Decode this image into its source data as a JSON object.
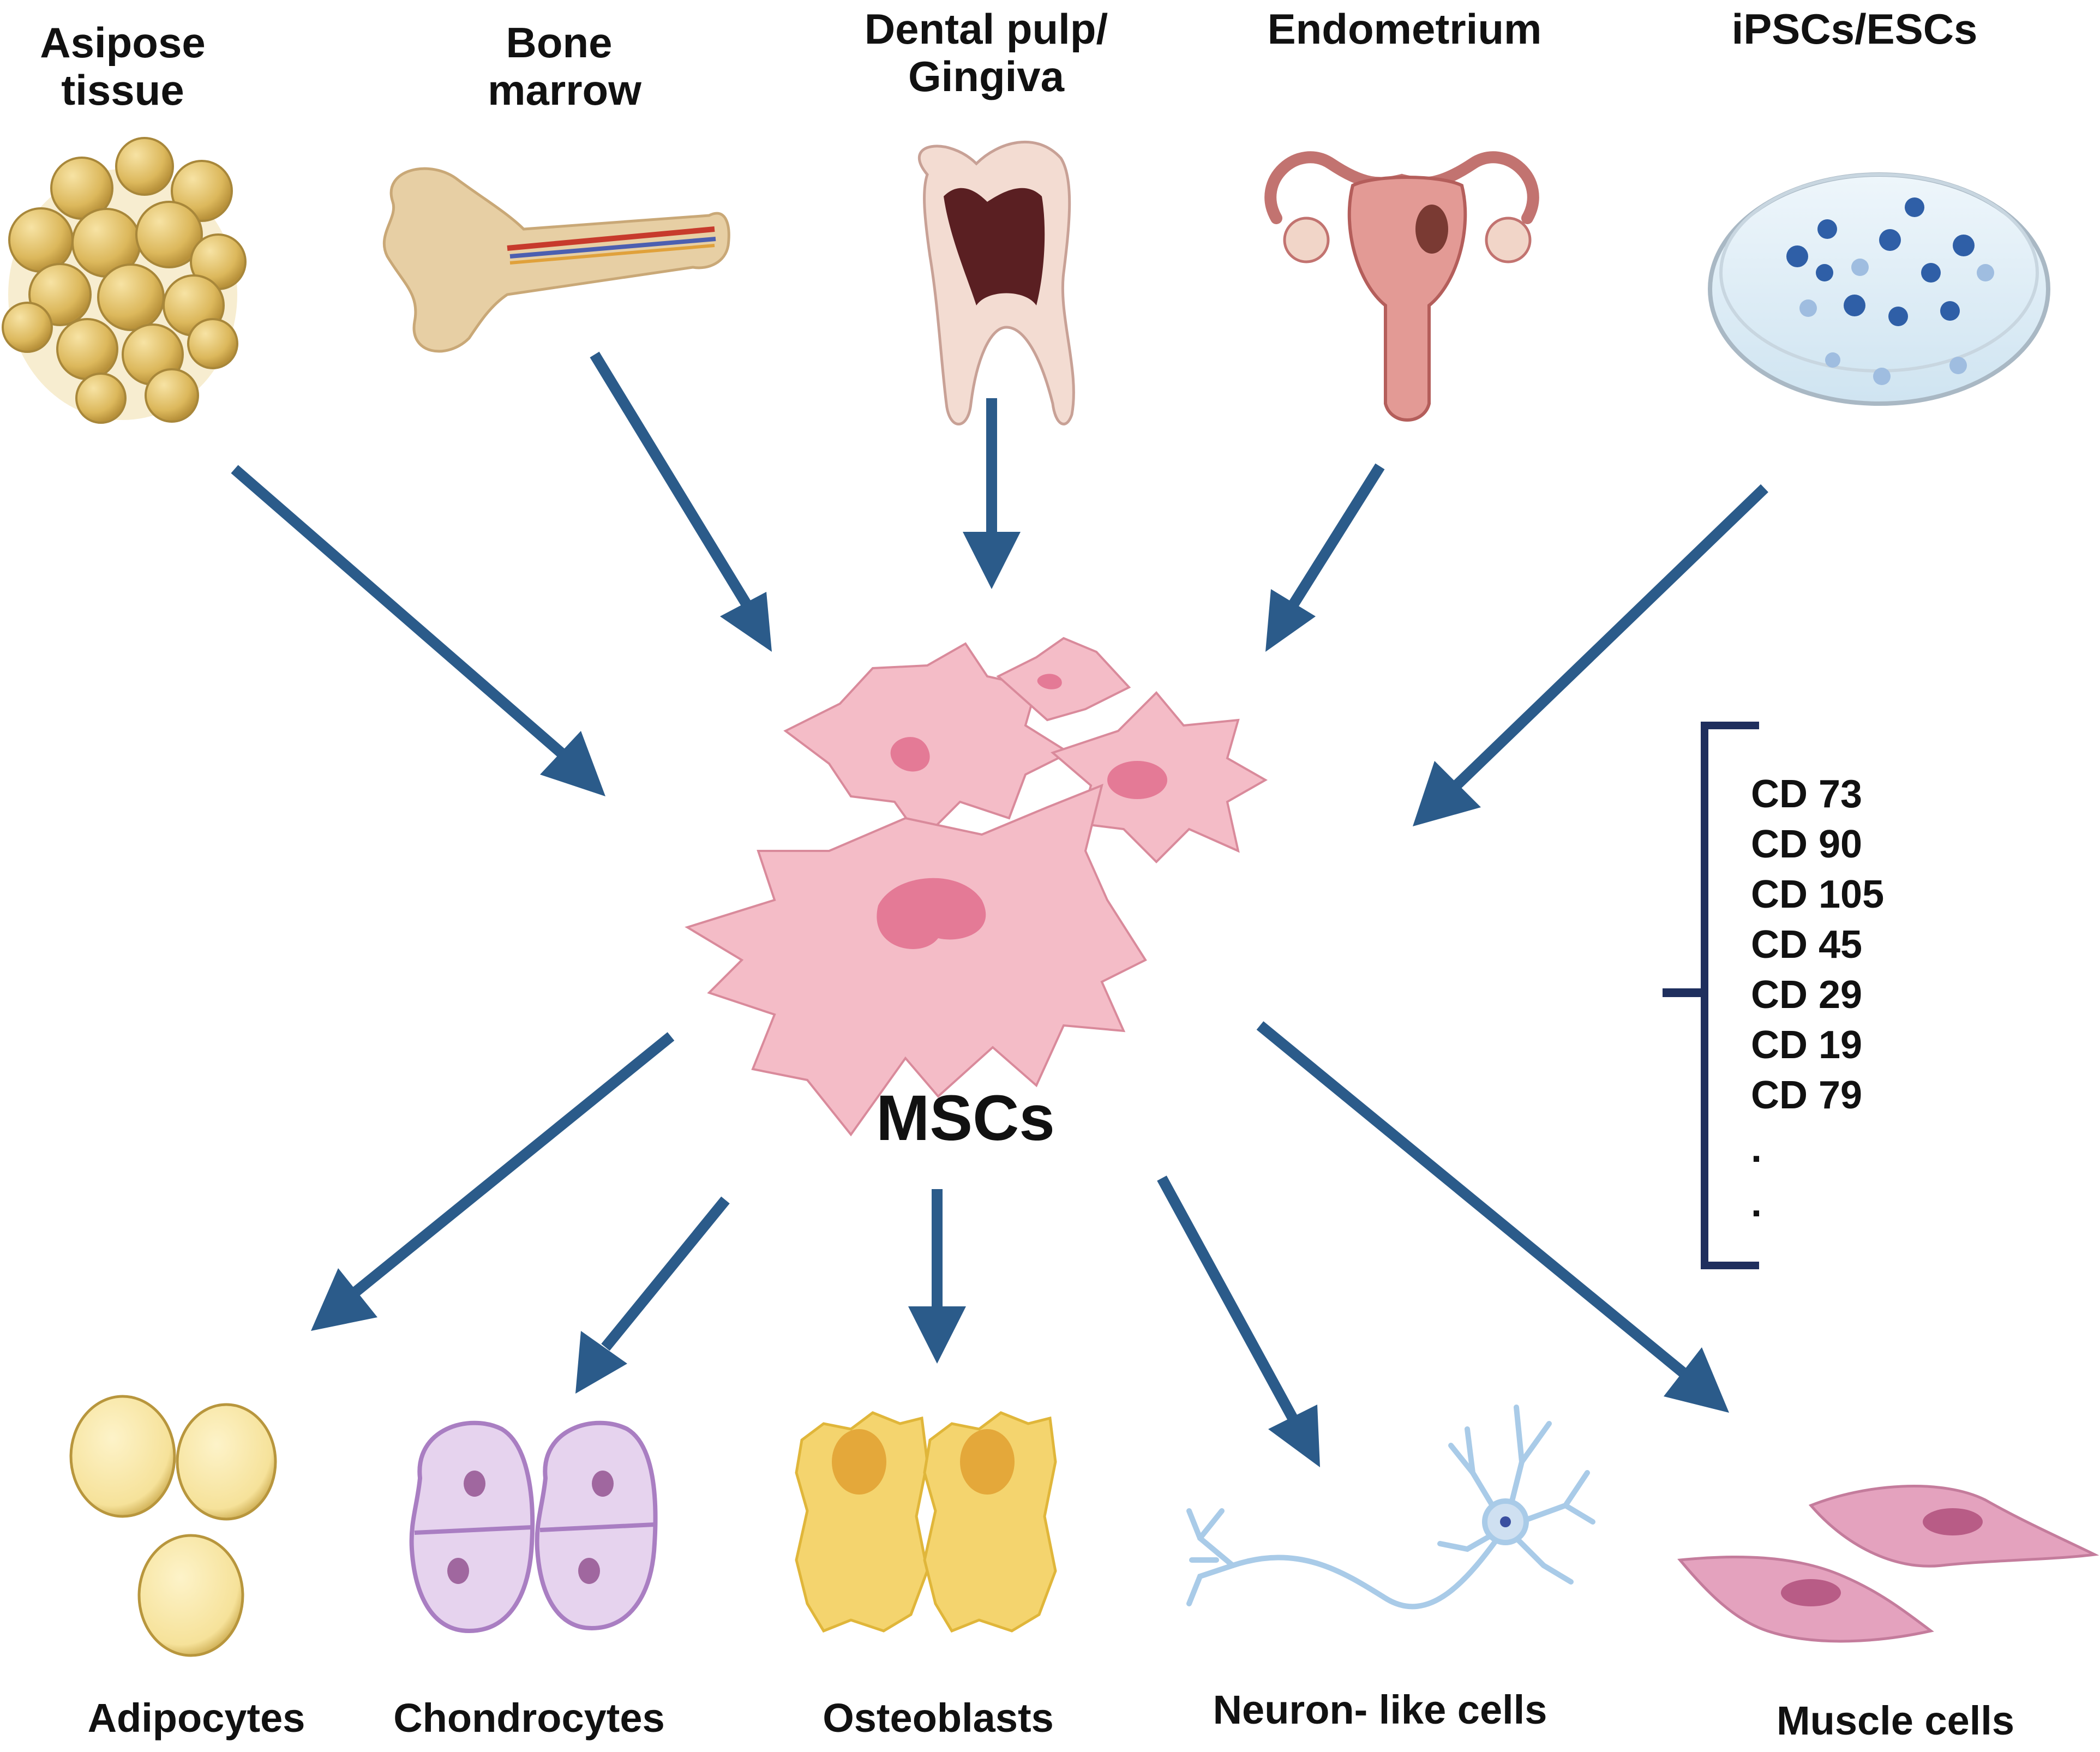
{
  "sources": [
    {
      "id": "adipose",
      "lines": [
        "Asipose",
        "tissue"
      ],
      "icon": "adipose-tissue-icon"
    },
    {
      "id": "bone-marrow",
      "lines": [
        "Bone",
        "marrow"
      ],
      "icon": "bone-icon"
    },
    {
      "id": "dental",
      "lines": [
        "Dental pulp/",
        "Gingiva"
      ],
      "icon": "tooth-icon"
    },
    {
      "id": "endometrium",
      "lines": [
        "Endometrium"
      ],
      "icon": "uterus-icon"
    },
    {
      "id": "ipsc",
      "lines": [
        "iPSCs/ESCs"
      ],
      "icon": "petri-dish-icon"
    }
  ],
  "center": {
    "label": "MSCs",
    "icon": "msc-cells-icon"
  },
  "markers": [
    "CD 73",
    "CD 90",
    "CD 105",
    "CD 45",
    "CD 29",
    "CD 19",
    "CD 79",
    ".",
    "."
  ],
  "outputs": [
    {
      "id": "adipocytes",
      "label": "Adipocytes",
      "icon": "adipocyte-icon"
    },
    {
      "id": "chondrocytes",
      "label": "Chondrocytes",
      "icon": "chondrocyte-icon"
    },
    {
      "id": "osteoblasts",
      "label": "Osteoblasts",
      "icon": "osteoblast-icon"
    },
    {
      "id": "neuron",
      "label": "Neuron- like cells",
      "icon": "neuron-icon"
    },
    {
      "id": "muscle",
      "label": "Muscle cells",
      "icon": "muscle-cell-icon"
    }
  ],
  "colors": {
    "arrow": "#2b5b8a",
    "bracket": "#1f2f5e",
    "msc_fill": "#f3b8c4",
    "msc_nucleus": "#e47a96",
    "fat": "#dcb85c",
    "cartilage": "#c9a6d8",
    "osteo": "#f2d36a",
    "neuron": "#a9cbe8",
    "muscle": "#d98aac"
  }
}
